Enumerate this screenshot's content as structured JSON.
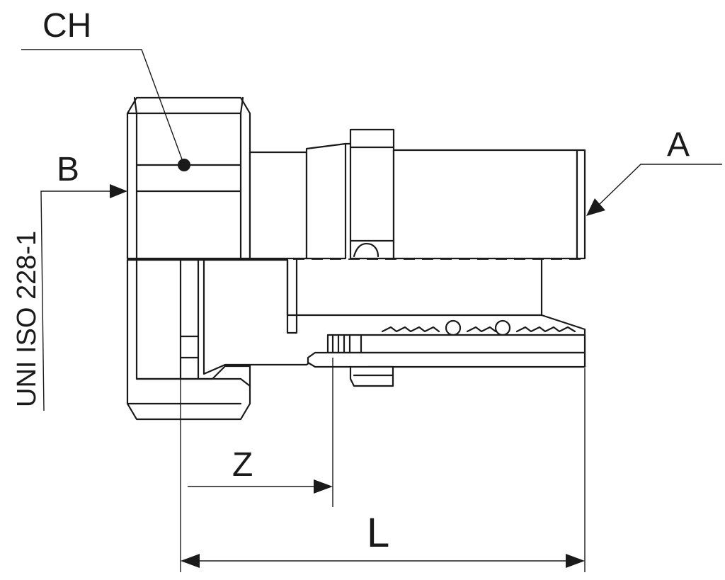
{
  "labels": {
    "wrench_size": "CH",
    "connection_a": "A",
    "connection_b": "B",
    "dimension_z": "Z",
    "dimension_l": "L",
    "thread_standard": "UNI ISO 228-1"
  }
}
